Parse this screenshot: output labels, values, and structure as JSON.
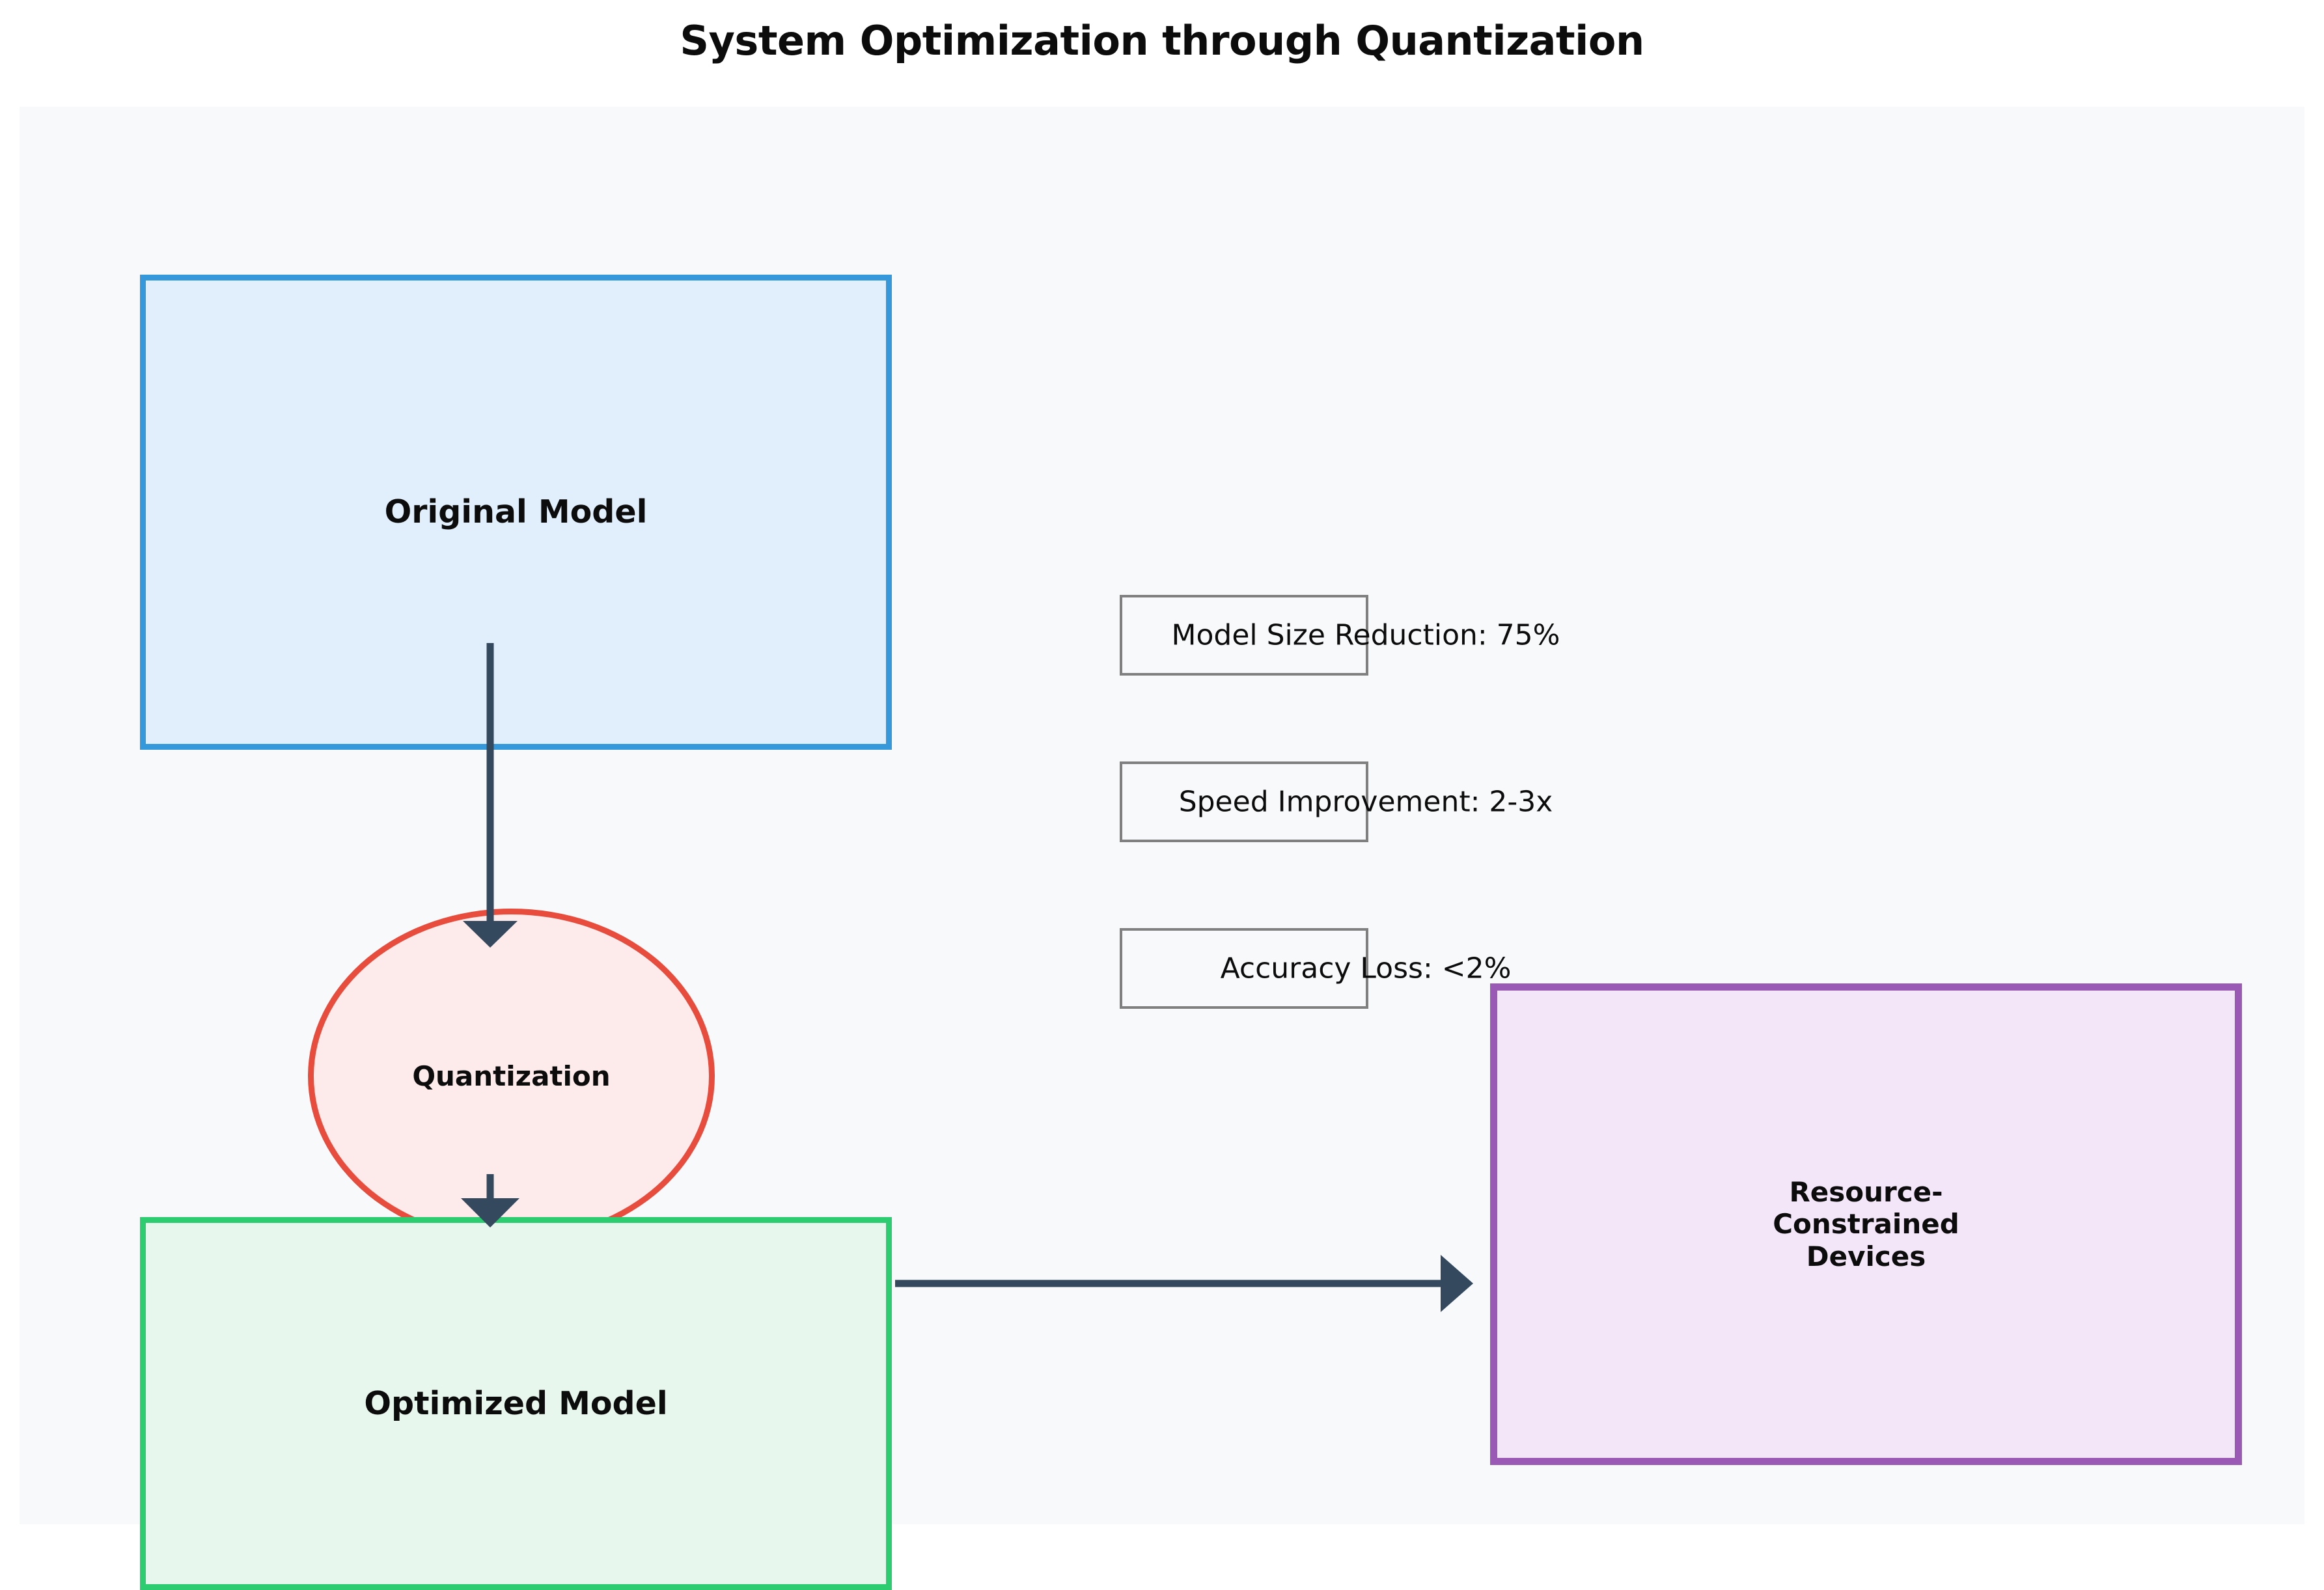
{
  "figure": {
    "title": "System Optimization through Quantization",
    "background_color": "#ffffff",
    "plot_background_color": "#f7f9fb"
  },
  "diagram": {
    "type": "flowchart",
    "nodes": [
      {
        "id": "original-model",
        "label": "Original Model",
        "shape": "rectangle",
        "fill_color": "#e1effc",
        "border_color": "#3498db"
      },
      {
        "id": "quantization",
        "label": "Quantization",
        "shape": "circle",
        "fill_color": "#fdeaea",
        "border_color": "#e74c3c"
      },
      {
        "id": "optimized-model",
        "label": "Optimized Model",
        "shape": "rectangle",
        "fill_color": "#e8f7ee",
        "border_color": "#2ecc71"
      },
      {
        "id": "resource-devices",
        "label": "Resource-\nConstrained\nDevices",
        "shape": "rectangle",
        "fill_color": "#f3e6f8",
        "border_color": "#9b59b6"
      }
    ],
    "edges": [
      {
        "id": "edge-original-to-quantization",
        "from": "original-model",
        "to": "quantization",
        "direction": "down"
      },
      {
        "id": "edge-quantization-to-optimized",
        "from": "quantization",
        "to": "optimized-model",
        "direction": "down"
      },
      {
        "id": "edge-optimized-to-devices",
        "from": "optimized-model",
        "to": "resource-devices",
        "direction": "right"
      }
    ],
    "edge_color": "#34495e",
    "annotations": [
      {
        "id": "model-size-reduction",
        "text": "Model Size Reduction: 75%"
      },
      {
        "id": "speed-improvement",
        "text": "Speed Improvement: 2-3x"
      },
      {
        "id": "accuracy-loss",
        "text": "Accuracy Loss: <2%"
      }
    ],
    "annotation_border_color": "#808080"
  }
}
